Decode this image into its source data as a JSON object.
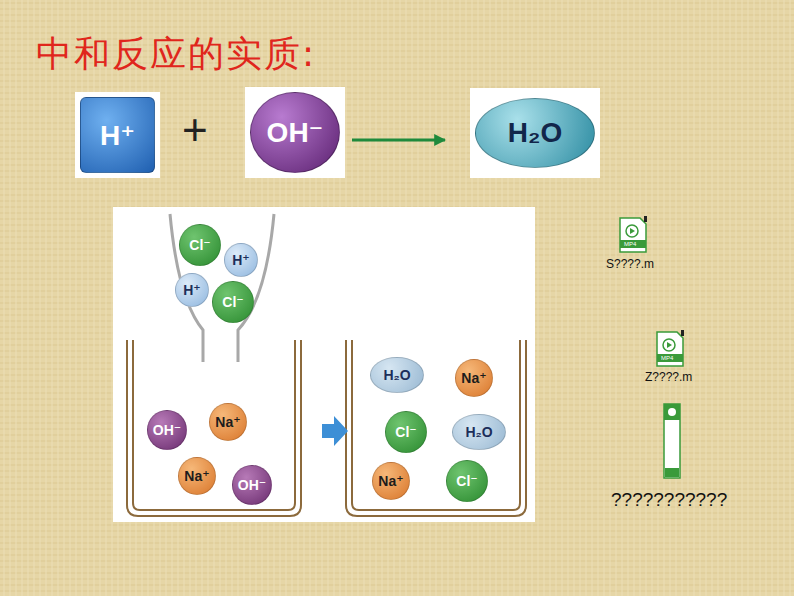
{
  "diagram": {
    "title": "中和反应的实质:",
    "nodes": [
      {
        "text": [
          "H⁺"
        ]
      },
      {
        "text": [
          "OH⁻"
        ]
      },
      {
        "text": [
          "H₂O"
        ]
      },
      {
        "text": [
          "Cl⁻"
        ]
      },
      {
        "text": [
          "H⁺"
        ]
      },
      {
        "text": [
          "H⁺"
        ]
      },
      {
        "text": [
          "Cl⁻"
        ]
      },
      {
        "text": [
          "OH⁻"
        ]
      },
      {
        "text": [
          "Na⁺"
        ]
      },
      {
        "text": [
          "Na⁺"
        ]
      },
      {
        "text": [
          "OH⁻"
        ]
      },
      {
        "text": [
          "H₂O"
        ]
      },
      {
        "text": [
          "Na⁺"
        ]
      },
      {
        "text": [
          "Cl⁻"
        ]
      },
      {
        "text": [
          "H₂O"
        ]
      },
      {
        "text": [
          "Na⁺"
        ]
      },
      {
        "text": [
          "Cl⁻"
        ]
      }
    ],
    "edges": [
      {
        "from": 1,
        "to": 2,
        "arrow": "to"
      }
    ],
    "labels": [
      "+",
      "MP4",
      "S????.m",
      "MP4",
      "Z????.m",
      "???????????"
    ]
  }
}
